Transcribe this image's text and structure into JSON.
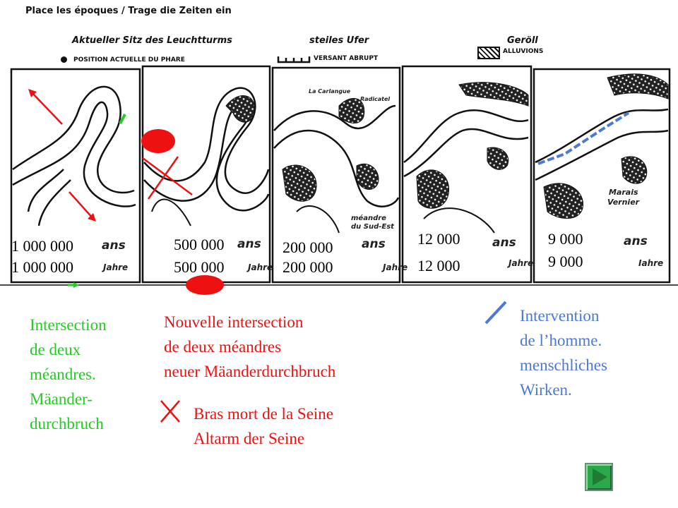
{
  "title": "Place les époques / Trage die Zeiten ein",
  "headers": {
    "lighthouse_de": "Aktueller Sitz des Leuchtturms",
    "lighthouse_fr": "POSITION ACTUELLE DU PHARE",
    "steep_de": "steiles Ufer",
    "steep_fr": "VERSANT ABRUPT",
    "scree_de": "Geröll",
    "scree_fr": "ALLUVIONS"
  },
  "map_labels": {
    "la_carlangue": "La Carlangue",
    "radicatel": "Radicatel",
    "meandre_1": "méandre",
    "meandre_2": "du Sud-Est",
    "marais_1": "Marais",
    "marais_2": "Vernier"
  },
  "periods": [
    {
      "fr_value": "1 000 000",
      "fr_unit": "ans",
      "de_value": "1 000 000",
      "de_unit": "Jahre"
    },
    {
      "fr_value": "500 000",
      "fr_unit": "ans",
      "de_value": "500 000",
      "de_unit": "Jahre"
    },
    {
      "fr_value": "200 000",
      "fr_unit": "ans",
      "de_value": "200 000",
      "de_unit": "Jahre"
    },
    {
      "fr_value": "12 000",
      "fr_unit": "ans",
      "de_value": "12 000",
      "de_unit": "Jahre"
    },
    {
      "fr_value": "9 000",
      "fr_unit": "ans",
      "de_value": "9 000",
      "de_unit": "Iahre"
    }
  ],
  "legend": {
    "green": [
      "Intersection",
      "de deux",
      "méandres.",
      "Mäander-",
      "durchbruch"
    ],
    "red": [
      "Nouvelle intersection",
      "de deux méandres",
      "neuer Mäanderdurchbruch"
    ],
    "cross": [
      "Bras mort de la Seine",
      "Altarm der Seine"
    ],
    "blue": [
      "Intervention",
      "de l’homme.",
      "menschliches",
      "Wirken."
    ]
  },
  "colors": {
    "green": "#22cc22",
    "red": "#ee1111",
    "blue": "#4a79d6",
    "nav": "#2aa84a"
  },
  "nav": {
    "icon": "play-next-icon"
  }
}
